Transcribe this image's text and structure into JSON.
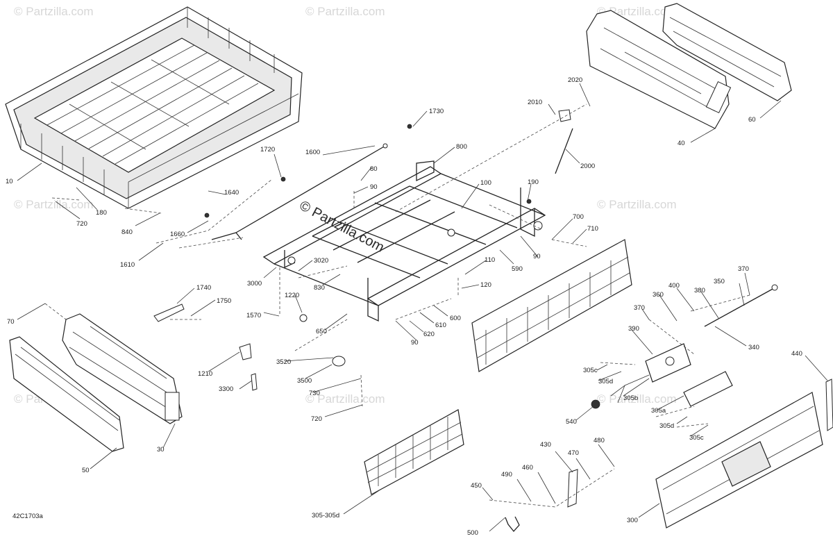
{
  "watermarks": {
    "site": "© Partzilla.com",
    "center": "© Partzilla.com"
  },
  "diagram": {
    "code": "42C1703a"
  },
  "callouts": [
    {
      "id": "10",
      "text": "10"
    },
    {
      "id": "180",
      "text": "180"
    },
    {
      "id": "720a",
      "text": "720"
    },
    {
      "id": "840",
      "text": "840"
    },
    {
      "id": "1640",
      "text": "1640"
    },
    {
      "id": "1660",
      "text": "1660"
    },
    {
      "id": "1610",
      "text": "1610"
    },
    {
      "id": "1720",
      "text": "1720"
    },
    {
      "id": "1600",
      "text": "1600"
    },
    {
      "id": "1730",
      "text": "1730"
    },
    {
      "id": "800",
      "text": "800"
    },
    {
      "id": "80",
      "text": "80"
    },
    {
      "id": "90a",
      "text": "90"
    },
    {
      "id": "2010",
      "text": "2010"
    },
    {
      "id": "2020",
      "text": "2020"
    },
    {
      "id": "2000",
      "text": "2000"
    },
    {
      "id": "40",
      "text": "40"
    },
    {
      "id": "60",
      "text": "60"
    },
    {
      "id": "100",
      "text": "100"
    },
    {
      "id": "190",
      "text": "190"
    },
    {
      "id": "700",
      "text": "700"
    },
    {
      "id": "710",
      "text": "710"
    },
    {
      "id": "90b",
      "text": "90"
    },
    {
      "id": "590",
      "text": "590"
    },
    {
      "id": "110",
      "text": "110"
    },
    {
      "id": "120",
      "text": "120"
    },
    {
      "id": "3020",
      "text": "3020"
    },
    {
      "id": "830",
      "text": "830"
    },
    {
      "id": "3000",
      "text": "3000"
    },
    {
      "id": "1740",
      "text": "1740"
    },
    {
      "id": "1750",
      "text": "1750"
    },
    {
      "id": "1220",
      "text": "1220"
    },
    {
      "id": "1570",
      "text": "1570"
    },
    {
      "id": "650",
      "text": "650"
    },
    {
      "id": "600",
      "text": "600"
    },
    {
      "id": "610",
      "text": "610"
    },
    {
      "id": "620",
      "text": "620"
    },
    {
      "id": "90c",
      "text": "90"
    },
    {
      "id": "70",
      "text": "70"
    },
    {
      "id": "1210",
      "text": "1210"
    },
    {
      "id": "3520",
      "text": "3520"
    },
    {
      "id": "3500",
      "text": "3500"
    },
    {
      "id": "3300",
      "text": "3300"
    },
    {
      "id": "730",
      "text": "730"
    },
    {
      "id": "720b",
      "text": "720"
    },
    {
      "id": "30",
      "text": "30"
    },
    {
      "id": "50",
      "text": "50"
    },
    {
      "id": "370a",
      "text": "370"
    },
    {
      "id": "350",
      "text": "350"
    },
    {
      "id": "380",
      "text": "380"
    },
    {
      "id": "360",
      "text": "360"
    },
    {
      "id": "400",
      "text": "400"
    },
    {
      "id": "370b",
      "text": "370"
    },
    {
      "id": "390",
      "text": "390"
    },
    {
      "id": "340",
      "text": "340"
    },
    {
      "id": "305c1",
      "text": "305c"
    },
    {
      "id": "305d1",
      "text": "305d"
    },
    {
      "id": "305b",
      "text": "305b"
    },
    {
      "id": "440",
      "text": "440"
    },
    {
      "id": "540",
      "text": "540"
    },
    {
      "id": "305a",
      "text": "305a"
    },
    {
      "id": "305d2",
      "text": "305d"
    },
    {
      "id": "305c2",
      "text": "305c"
    },
    {
      "id": "430",
      "text": "430"
    },
    {
      "id": "470",
      "text": "470"
    },
    {
      "id": "480",
      "text": "480"
    },
    {
      "id": "460",
      "text": "460"
    },
    {
      "id": "490",
      "text": "490"
    },
    {
      "id": "450",
      "text": "450"
    },
    {
      "id": "500",
      "text": "500"
    },
    {
      "id": "300",
      "text": "300"
    },
    {
      "id": "305-305d",
      "text": "305-305d"
    }
  ]
}
